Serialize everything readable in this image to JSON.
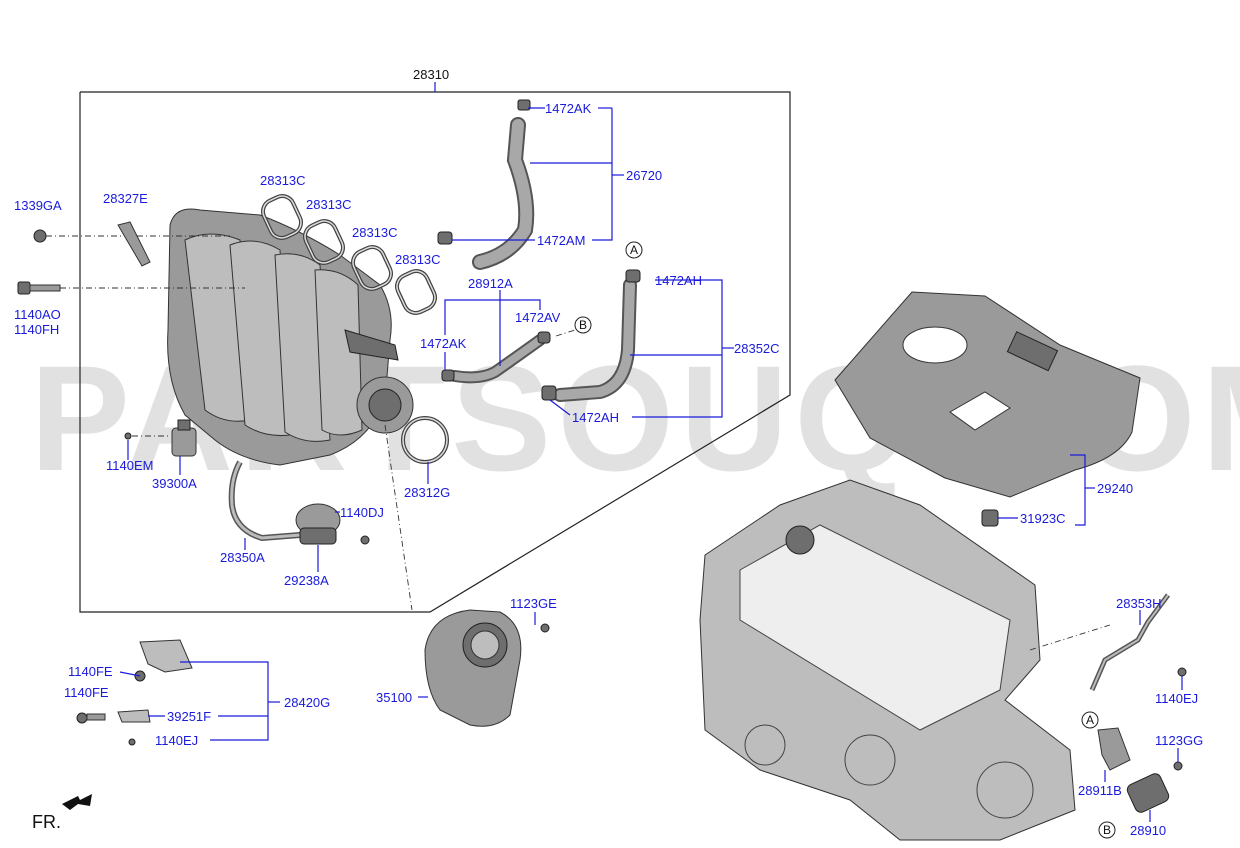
{
  "watermark": "PARTSOUQ.COM",
  "direction_label": "FR.",
  "callouts": {
    "a": "A",
    "b": "B"
  },
  "parts": {
    "p28310": "28310",
    "p1472AK_top": "1472AK",
    "p26720": "26720",
    "p1472AM": "1472AM",
    "p1339GA": "1339GA",
    "p28327E": "28327E",
    "p28313C_1": "28313C",
    "p28313C_2": "28313C",
    "p28313C_3": "28313C",
    "p28313C_4": "28313C",
    "p1140AO": "1140AO",
    "p1140FH": "1140FH",
    "p28912A": "28912A",
    "p1472AV": "1472AV",
    "p1472AK_mid": "1472AK",
    "p1472AH_top": "1472AH",
    "p28352C": "28352C",
    "p1472AH_bot": "1472AH",
    "p1140EM": "1140EM",
    "p39300A": "39300A",
    "p28312G": "28312G",
    "p1140DJ": "1140DJ",
    "p28350A": "28350A",
    "p29238A": "29238A",
    "p29240": "29240",
    "p31923C": "31923C",
    "p1123GE": "1123GE",
    "p35100": "35100",
    "p1140FE_1": "1140FE",
    "p1140FE_2": "1140FE",
    "p28420G": "28420G",
    "p39251F": "39251F",
    "p1140EJ_left": "1140EJ",
    "p28353H": "28353H",
    "p1140EJ_right": "1140EJ",
    "p1123GG": "1123GG",
    "p28911B": "28911B",
    "p28910": "28910"
  }
}
